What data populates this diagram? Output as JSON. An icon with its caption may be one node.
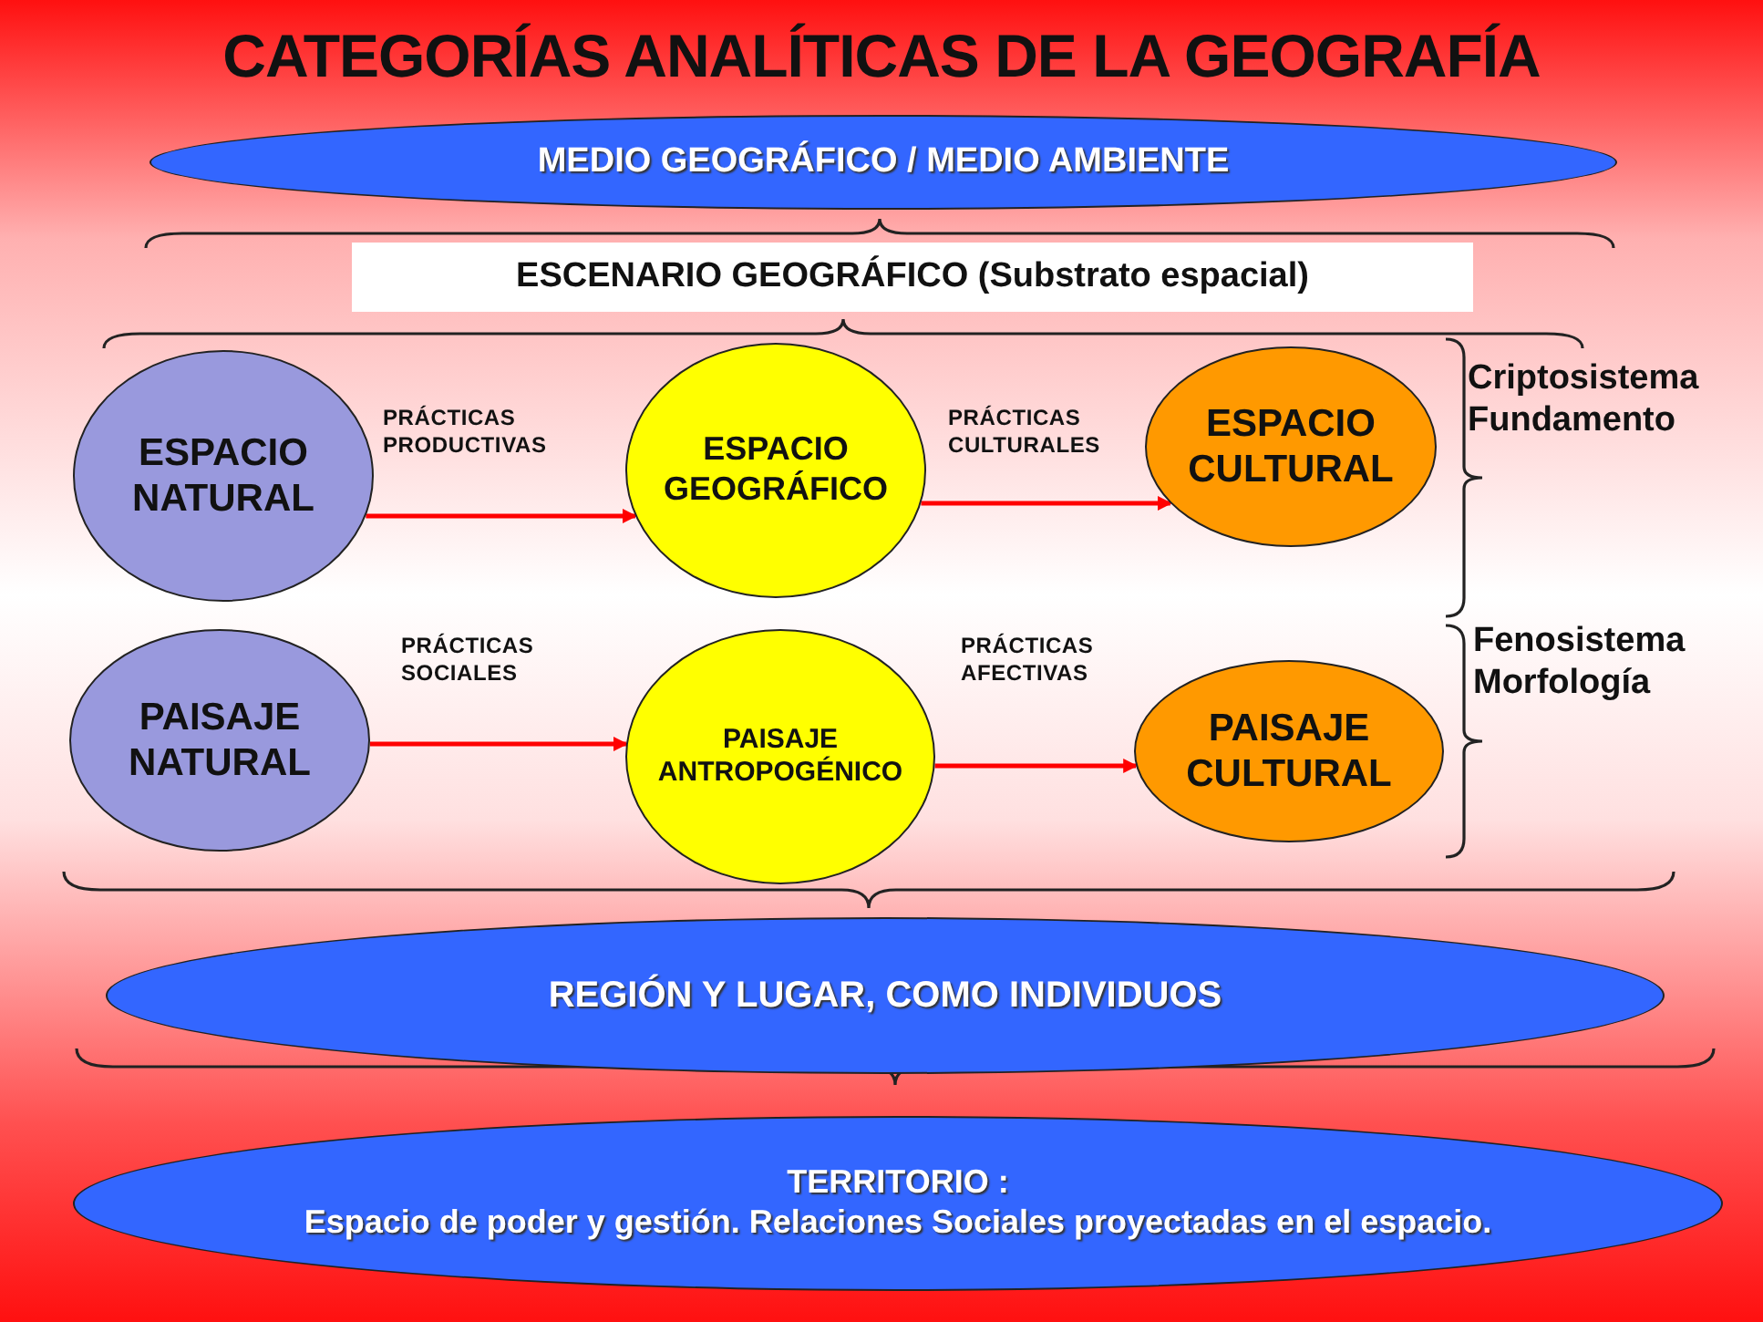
{
  "diagram": {
    "title": "CATEGORÍAS ANALÍTICAS DE LA GEOGRAFÍA",
    "nodes": [
      {
        "text": [
          "MEDIO GEOGRÁFICO / MEDIO AMBIENTE"
        ]
      },
      {
        "text": [
          "ESCENARIO GEOGRÁFICO (Substrato espacial)"
        ]
      },
      {
        "text": [
          "ESPACIO NATURAL"
        ]
      },
      {
        "text": [
          "ESPACIO GEOGRÁFICO"
        ]
      },
      {
        "text": [
          "ESPACIO CULTURAL"
        ]
      },
      {
        "text": [
          "PAISAJE NATURAL"
        ]
      },
      {
        "text": [
          "PAISAJE ANTROPOGÉNICO"
        ]
      },
      {
        "text": [
          "PAISAJE CULTURAL"
        ]
      },
      {
        "text": [
          "REGIÓN Y LUGAR, COMO INDIVIDUOS"
        ]
      },
      {
        "text": [
          "TERRITORIO :",
          "Espacio de poder y gestión. Relaciones Sociales proyectadas en el espacio."
        ]
      }
    ],
    "edges": [
      {
        "from": 2,
        "to": 3,
        "arrow": "to",
        "label": "PRÁCTICAS PRODUCTIVAS"
      },
      {
        "from": 3,
        "to": 4,
        "arrow": "to",
        "label": "PRÁCTICAS CULTURALES"
      },
      {
        "from": 5,
        "to": 6,
        "arrow": "to",
        "label": "PRÁCTICAS SOCIALES"
      },
      {
        "from": 6,
        "to": 7,
        "arrow": "to",
        "label": "PRÁCTICAS AFECTIVAS"
      }
    ],
    "labels": [
      "Criptosistema Fundamento",
      "Fenosistema Morfología"
    ]
  }
}
